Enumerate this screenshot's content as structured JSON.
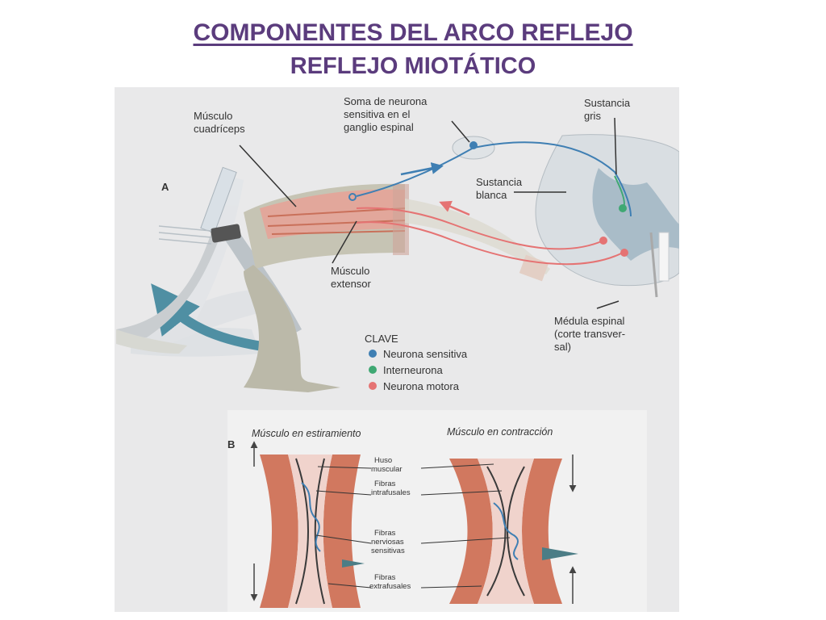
{
  "page": {
    "title": "COMPONENTES DEL ARCO REFLEJO",
    "subtitle": "REFLEJO MIOTÁTICO"
  },
  "diagram": {
    "panel_a": {
      "letter": "A",
      "labels": {
        "quadriceps": [
          "Músculo",
          "cuadríceps"
        ],
        "soma": [
          "Soma de neurona",
          "sensitiva en el",
          "ganglio espinal"
        ],
        "gray": [
          "Sustancia",
          "gris"
        ],
        "white": [
          "Sustancia",
          "blanca"
        ],
        "extensor": [
          "Músculo",
          "extensor"
        ],
        "spinal": [
          "Médula espinal",
          "(corte transver-",
          "sal)"
        ]
      },
      "legend": {
        "title": "CLAVE",
        "items": [
          {
            "label": "Neurona sensitiva",
            "color": "#3f7fb3"
          },
          {
            "label": "Interneurona",
            "color": "#3fa873"
          },
          {
            "label": "Neurona motora",
            "color": "#e57373"
          }
        ]
      }
    },
    "panel_b": {
      "letter": "B",
      "headers": [
        "Músculo en estiramiento",
        "Músculo en contracción"
      ],
      "labels": {
        "huso": [
          "Huso",
          "muscular"
        ],
        "intra": [
          "Fibras",
          "intrafusales"
        ],
        "nerve": [
          "Fibras",
          "nerviosas",
          "sensitivas"
        ],
        "extra": [
          "Fibras",
          "extrafusales"
        ]
      }
    }
  },
  "colors": {
    "title": "#5b3c7d",
    "sensory": "#3f7fb3",
    "interneuron": "#3fa873",
    "motor": "#e57373",
    "muscle": "#c9705a",
    "skin": "#c6c4b4"
  }
}
